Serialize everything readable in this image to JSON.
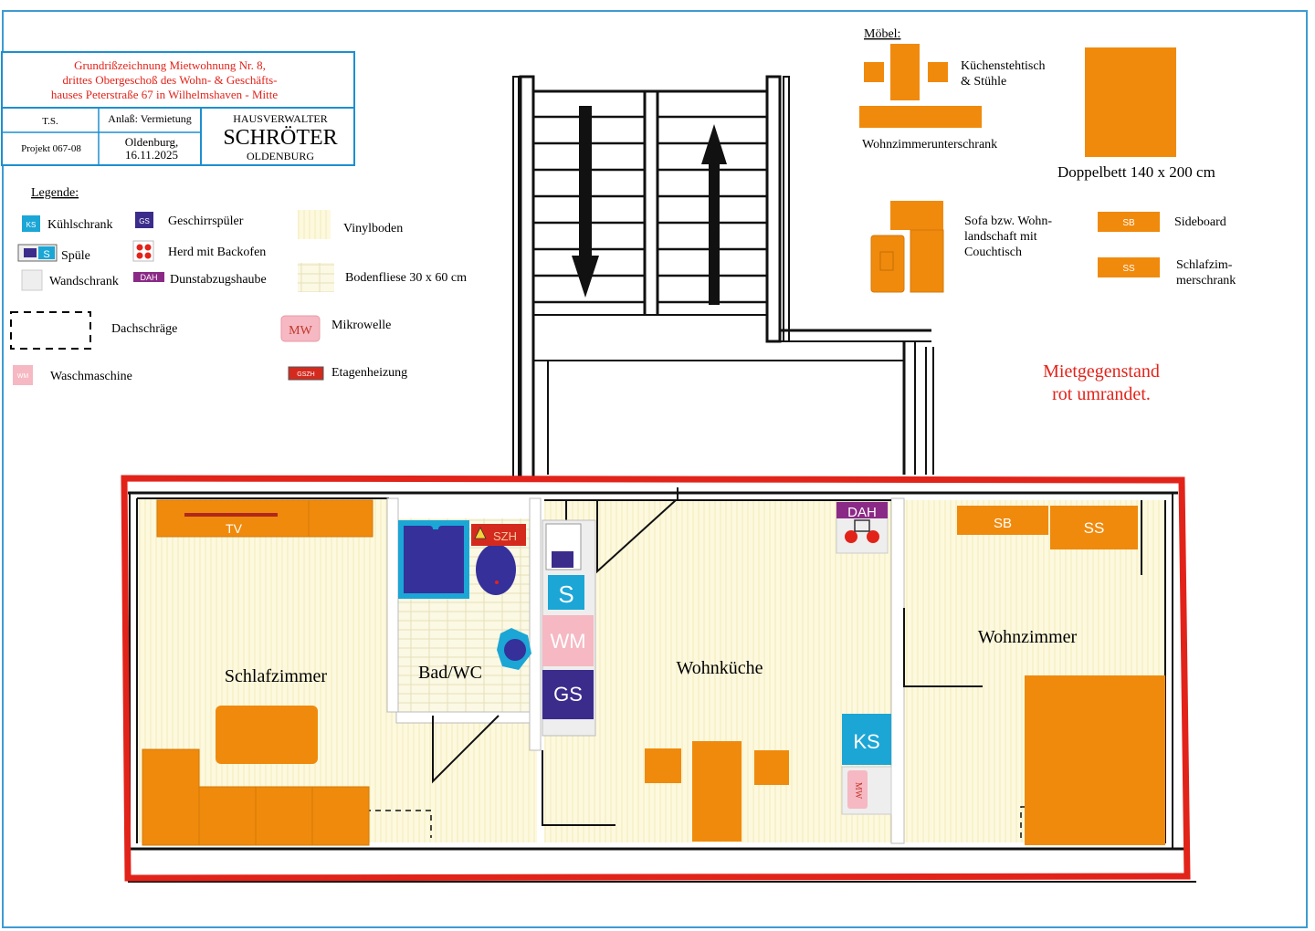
{
  "title_block": {
    "title_line1": "Grundrißzeichnung Mietwohnung Nr. 8,",
    "title_line2": "drittes Obergeschoß des Wohn- & Geschäfts-",
    "title_line3": "hauses Peterstraße 67 in Wilhelmshaven - Mitte",
    "author": "T.S.",
    "project": "Projekt 067-08",
    "occasion": "Anlaß: Vermietung",
    "place": "Oldenburg,",
    "date": "16.11.2025",
    "company_role": "Hausverwalter",
    "company_name": "Schröter",
    "company_city": "Oldenburg"
  },
  "legend": {
    "heading": "Legende:",
    "items": {
      "fridge": {
        "symbol": "KS",
        "label": "Kühlschrank"
      },
      "sink": {
        "symbol": "S",
        "label": "Spüle"
      },
      "cupboard": {
        "label": "Wandschrank"
      },
      "dishwasher": {
        "symbol": "GS",
        "label": "Geschirrspüler"
      },
      "stove": {
        "label": "Herd mit Backofen"
      },
      "hood": {
        "symbol": "DAH",
        "label": "Dunstabzugshaube"
      },
      "vinyl": {
        "label": "Vinylboden"
      },
      "tile": {
        "label": "Bodenfliese 30 x 60 cm"
      },
      "slope": {
        "label": "Dachschräge"
      },
      "microwave": {
        "symbol": "MW",
        "label": "Mikrowelle"
      },
      "washer": {
        "symbol": "WM",
        "label": "Waschmaschine"
      },
      "heater": {
        "symbol": "GSZH",
        "label": "Etagenheizung"
      }
    }
  },
  "furniture_legend": {
    "heading": "Möbel:",
    "table_label_1": "Küchenstehtisch",
    "table_label_2": "& Stühle",
    "sideboard_low_label": "Wohnzimmerunterschrank",
    "bed_label": "Doppelbett 140 x 200 cm",
    "sofa_label_1": "Sofa bzw. Wohn-",
    "sofa_label_2": "landschaft mit",
    "sofa_label_3": "Couchtisch",
    "sideboard_symbol": "SB",
    "sideboard_label": "Sideboard",
    "wardrobe_symbol": "SS",
    "wardrobe_label_1": "Schlafzim-",
    "wardrobe_label_2": "merschrank"
  },
  "note": {
    "line1": "Mietgegenstand",
    "line2": "rot umrandet."
  },
  "rooms": {
    "bedroom": "Schlafzimmer",
    "bath": "Bad/WC",
    "kitchen": "Wohnküche",
    "living": "Wohnzimmer"
  },
  "plan_labels": {
    "tv": "TV",
    "heater": "SZH",
    "sink": "S",
    "washer": "WM",
    "dishwasher": "GS",
    "hood": "DAH",
    "fridge": "KS",
    "microwave": "MW",
    "sideboard": "SB",
    "wardrobe": "SS"
  },
  "colors": {
    "furniture": "#f08a0c",
    "outline_rent": "#e2231a",
    "fridge": "#1ba6d6",
    "dishwasher": "#3b2c8c",
    "hood": "#8b2a86",
    "washer": "#f6b8c2",
    "bathtub": "#35309a",
    "floor_vinyl": "#fdf9df"
  }
}
